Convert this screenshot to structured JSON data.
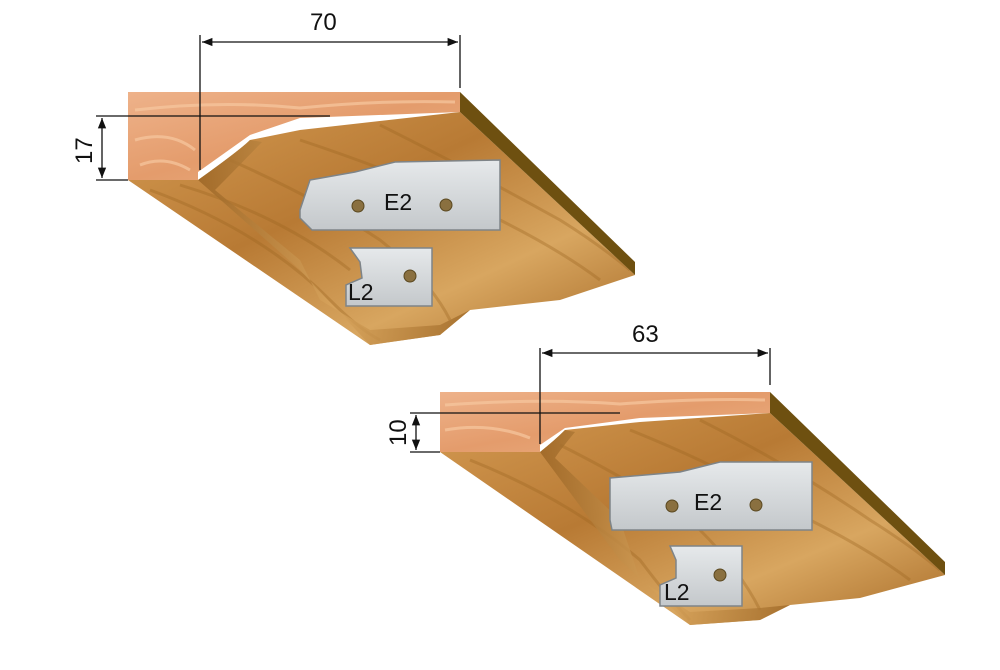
{
  "profiles": [
    {
      "width_label": "70",
      "depth_label": "17",
      "blade_large_label": "E2",
      "blade_small_label": "L2"
    },
    {
      "width_label": "63",
      "depth_label": "10",
      "blade_large_label": "E2",
      "blade_small_label": "L2"
    }
  ],
  "colors": {
    "wood_top": "#e8a878",
    "wood_face": "#c8904a",
    "wood_dark": "#8a5a20",
    "wood_edge": "#6e5010",
    "blade": "#d6dadd",
    "blade_edge": "#7e8488",
    "dim_line": "#111111"
  }
}
